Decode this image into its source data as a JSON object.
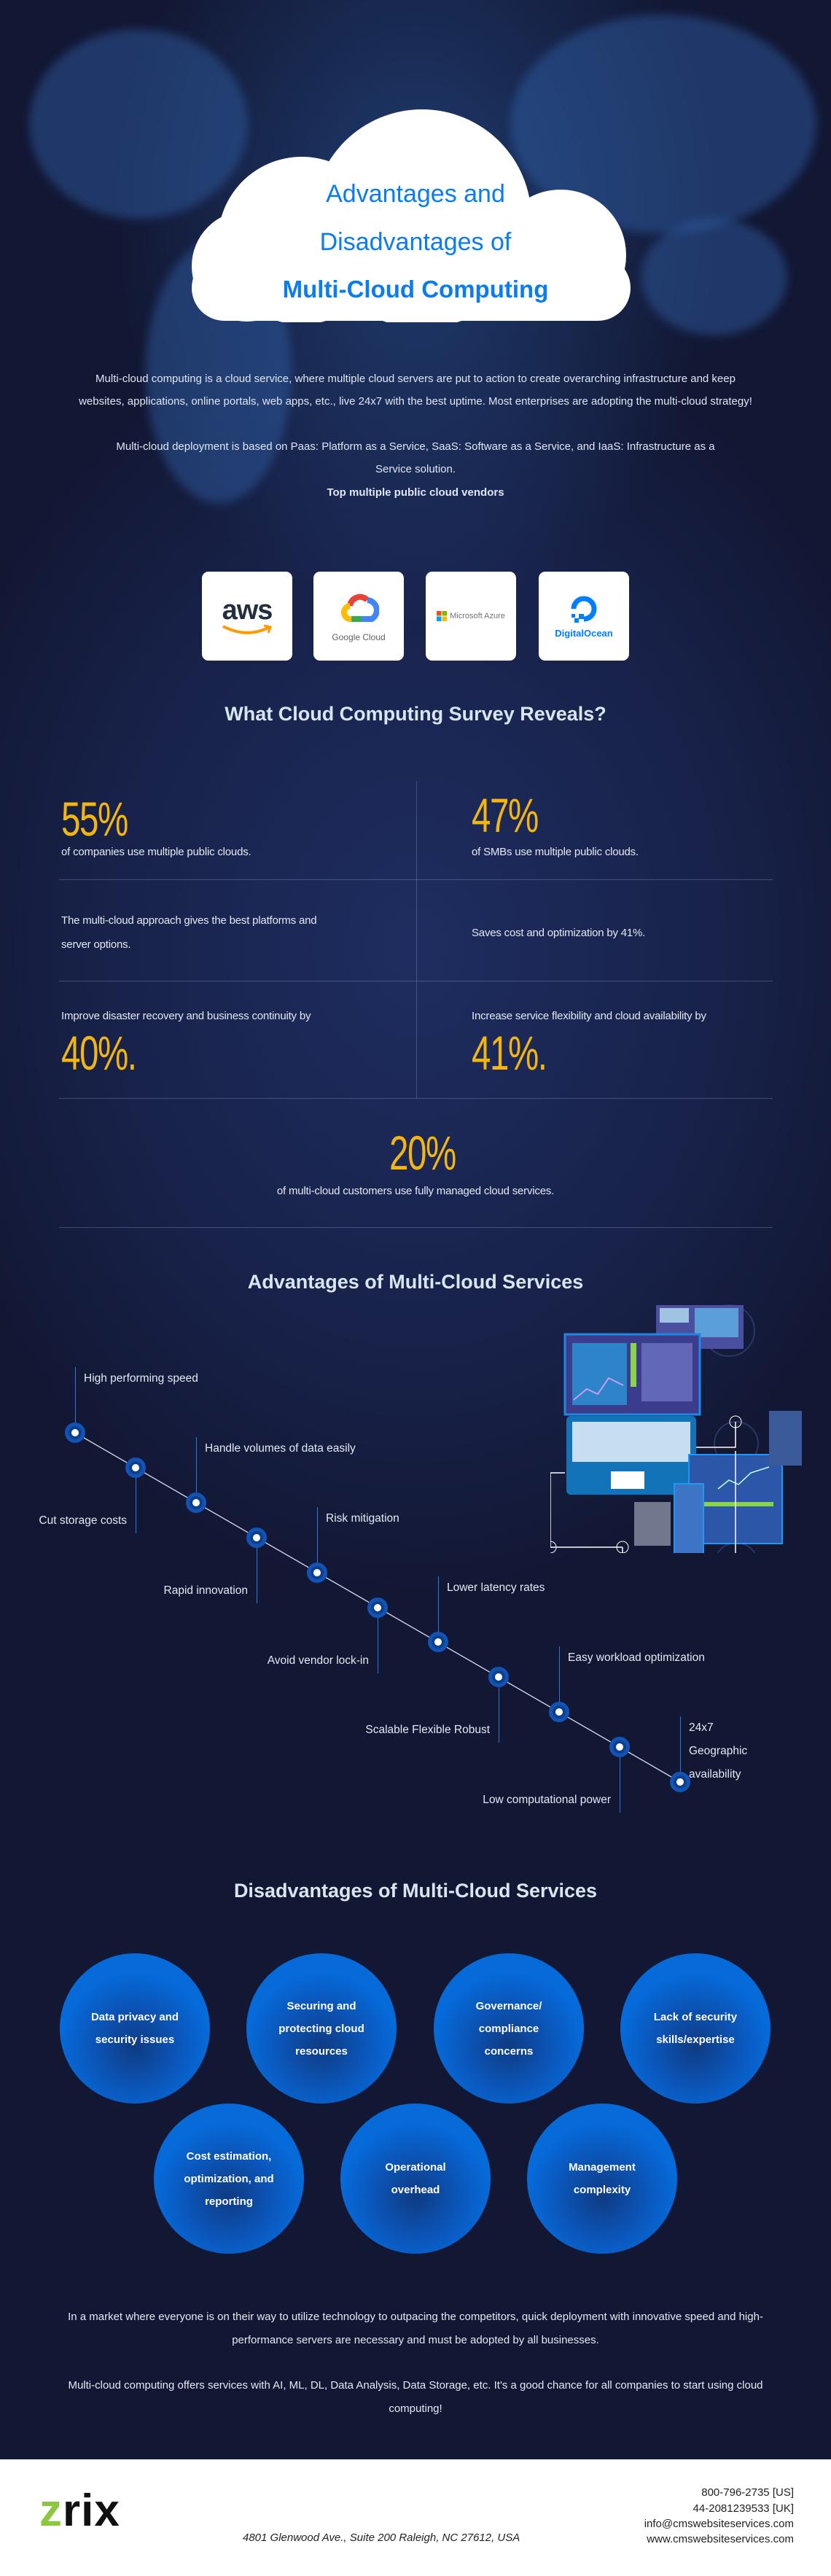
{
  "hero": {
    "title_line1": "Advantages and",
    "title_line2": "Disadvantages of",
    "title_line3": "Multi-Cloud Computing",
    "accent": "#0a7cf0"
  },
  "intro": {
    "paragraph1": "Multi-cloud computing is a cloud service, where multiple cloud servers are put to action to create overarching infrastructure and keep websites, applications, online portals, web apps, etc., live 24x7 with the best uptime. Most enterprises are adopting the multi-cloud strategy!",
    "paragraph2": "Multi-cloud deployment is based on Paas: Platform as a Service, SaaS: Software as a Service, and IaaS: Infrastructure as a Service solution.",
    "vendors_heading": "Top multiple public cloud vendors"
  },
  "vendors": [
    {
      "name": "aws",
      "icon": "aws-logo"
    },
    {
      "name": "Google Cloud",
      "icon": "google-cloud-logo"
    },
    {
      "name": "Microsoft Azure",
      "icon": "microsoft-azure-logo"
    },
    {
      "name": "DigitalOcean",
      "icon": "digitalocean-logo"
    }
  ],
  "survey": {
    "heading": "What Cloud Computing Survey Reveals?",
    "stat_color": "#f3b512",
    "cells": [
      {
        "value": "55%",
        "text": "of companies use multiple public clouds."
      },
      {
        "value": "47%",
        "text": "of SMBs use multiple public clouds."
      },
      {
        "text_line1": "The multi-cloud approach gives the best platforms and",
        "text_line2": "server options."
      },
      {
        "text": "Saves cost and optimization by 41%."
      },
      {
        "text": "Improve disaster recovery and business continuity by",
        "value": "40%."
      },
      {
        "text": "Increase service flexibility and cloud availability by",
        "value": "41%."
      },
      {
        "value": "20%",
        "text": "of multi-cloud customers use fully managed cloud services."
      }
    ]
  },
  "advantages": {
    "heading": "Advantages of Multi-Cloud Services",
    "items": [
      {
        "label": "High performing speed"
      },
      {
        "label": "Cut storage costs"
      },
      {
        "label": "Handle volumes of data easily"
      },
      {
        "label": "Rapid innovation"
      },
      {
        "label": "Risk mitigation"
      },
      {
        "label": "Avoid vendor lock-in"
      },
      {
        "label": "Lower latency rates"
      },
      {
        "label": "Scalable Flexible Robust"
      },
      {
        "label": "Easy workload optimization"
      },
      {
        "label": "Low computational power"
      },
      {
        "label": "24x7 Geographic availability"
      }
    ]
  },
  "disadvantages": {
    "heading": "Disadvantages of Multi-Cloud Services",
    "items": [
      {
        "label": "Data privacy and security issues"
      },
      {
        "label": "Securing and protecting cloud resources"
      },
      {
        "label": "Governance/ compliance concerns"
      },
      {
        "label": "Lack of security skills/expertise"
      },
      {
        "label": "Cost estimation, optimization, and reporting"
      },
      {
        "label": "Operational overhead"
      },
      {
        "label": "Management complexity"
      }
    ]
  },
  "closing": {
    "paragraph1": "In a market where everyone is on their way to utilize technology to outpacing the competitors, quick deployment with innovative speed and high-performance servers are necessary and must be adopted by all businesses.",
    "paragraph2": "Multi-cloud computing offers services with AI, ML, DL, Data Analysis, Data Storage, etc. It's a good chance for all companies to start using cloud computing!"
  },
  "footer": {
    "logo_text": "zrix",
    "logo_z": "z",
    "logo_rest": "rix",
    "logo_color": "#8dc63f",
    "address": "4801 Glenwood Ave.,  Suite 200 Raleigh, NC 27612, USA",
    "phone_us": "800-796-2735 [US]",
    "phone_uk": "44-2081239533 [UK]",
    "email": "info@cmswebsiteservices.com",
    "website": "www.cmswebsiteservices.com"
  }
}
